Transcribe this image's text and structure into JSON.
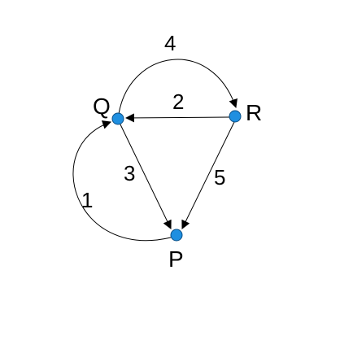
{
  "nodes": [
    {
      "id": "Q",
      "label": "Q"
    },
    {
      "id": "R",
      "label": "R"
    },
    {
      "id": "P",
      "label": "P"
    }
  ],
  "edges": [
    {
      "id": "e4",
      "from": "Q",
      "to": "R",
      "label": "4",
      "shape": "arc"
    },
    {
      "id": "e2",
      "from": "R",
      "to": "Q",
      "label": "2",
      "shape": "straight"
    },
    {
      "id": "e3",
      "from": "Q",
      "to": "P",
      "label": "3",
      "shape": "straight"
    },
    {
      "id": "e5",
      "from": "R",
      "to": "P",
      "label": "5",
      "shape": "straight"
    },
    {
      "id": "e1",
      "from": "P",
      "to": "Q",
      "label": "1",
      "shape": "arc"
    }
  ],
  "colors": {
    "node_fill": "#1f8fe0",
    "node_stroke": "#0a4f86",
    "edge": "#000000",
    "text": "#000000",
    "background": "#ffffff"
  }
}
